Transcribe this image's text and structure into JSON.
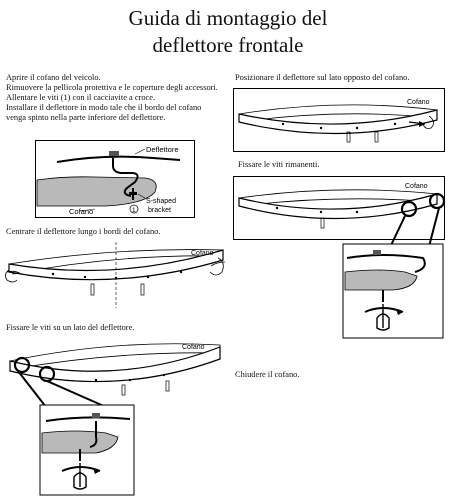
{
  "title": {
    "line1": "Guida di montaggio del",
    "line2": "deflettore frontale"
  },
  "steps": {
    "step1": [
      "Aprire il cofano del veicolo.",
      "Rimuovere la pellicola protettiva e le coperture degli accessori.",
      "Allentare le viti (1) con il cacciavite a croce.",
      "Installare il deflettore in modo tale che il bordo del cofano",
      "venga spinto nella parte inferiore del deflettore."
    ],
    "step2": "Centrare il deflettore lungo i bordi del cofano.",
    "step3": "Fissare le viti su un lato del deflettore.",
    "step4": "Posizionare il deflettore sul lato opposto del cofano.",
    "step5": "Fissare le viti rimanenti.",
    "step6": "Chiudere il cofano."
  },
  "labels": {
    "deflector": "Deflettore",
    "hood": "Cofano",
    "screw_number": "1",
    "bracket_line1": "S-shaped",
    "bracket_line2": "bracket",
    "hood_step2": "Cofano",
    "hood_step3": "Cofano",
    "hood_step4": "Cofano",
    "hood_step5": "Cofano"
  }
}
